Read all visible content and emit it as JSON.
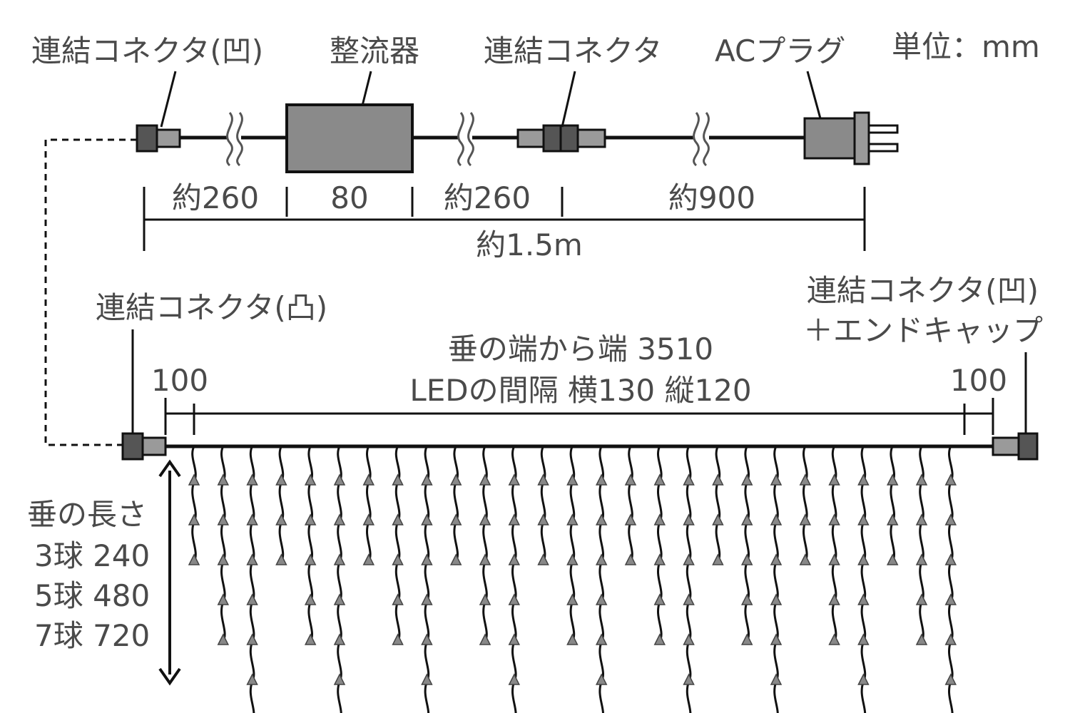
{
  "labels": {
    "connector_female_top": "連結コネクタ(凹)",
    "rectifier": "整流器",
    "connector_middle": "連結コネクタ",
    "ac_plug": "ACプラグ",
    "unit": "単位：mm",
    "connector_male": "連結コネクタ(凸)",
    "connector_female_end_line1": "連結コネクタ(凹)",
    "connector_female_end_line2": "＋エンドキャップ"
  },
  "dimensions": {
    "seg1": "約260",
    "seg2": "80",
    "seg3": "約260",
    "seg4": "約900",
    "total": "約1.5m",
    "span": "垂の端から端 3510",
    "spacing": "LEDの間隔 横130 縦120",
    "edge_left": "100",
    "edge_right": "100"
  },
  "drop_length": {
    "title": "垂の長さ",
    "row1": "3球 240",
    "row2": "5球 480",
    "row3": "7球 720"
  },
  "drops": {
    "pattern_bulbs": [
      3,
      5,
      7
    ]
  },
  "colors": {
    "line": "#111111",
    "component_fill": "#8a8a8a",
    "connector_dark": "#555555",
    "connector_light": "#9a9a9a",
    "led": "#888888",
    "text": "#4a4a4a"
  }
}
